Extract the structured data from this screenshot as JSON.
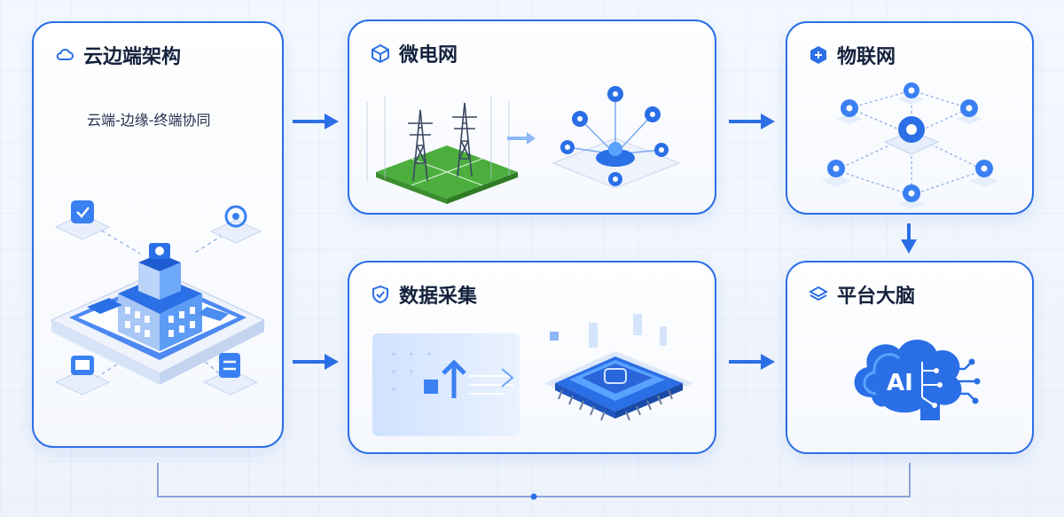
{
  "cloud": {
    "title": "云边端架构",
    "subtitle": "云端-边缘-终端协同",
    "icon": "cloud-icon"
  },
  "microgrid": {
    "title": "微电网",
    "icon": "cube-icon"
  },
  "iot": {
    "title": "物联网",
    "icon": "hex-network-icon"
  },
  "data": {
    "title": "数据采集",
    "icon": "shield-check-icon"
  },
  "brain": {
    "title": "平台大脑",
    "icon": "layers-icon",
    "ai_label": "AI"
  },
  "colors": {
    "accent": "#2b6fe6",
    "dark_text": "#14223d",
    "light_blue": "#5aa2ff",
    "green": "#4caf3d"
  }
}
